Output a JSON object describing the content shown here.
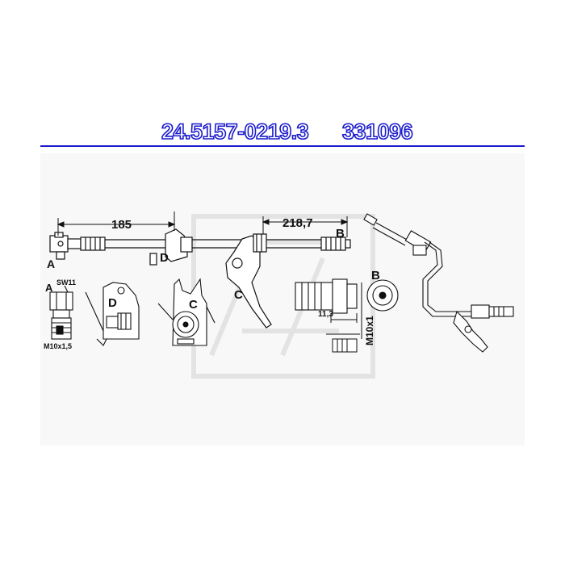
{
  "header": {
    "part_number": "24.5157-0219.3",
    "ref_number": "331096"
  },
  "diagram": {
    "dim_left": "185",
    "dim_right": "218,7",
    "dim_fitting_length": "11,3",
    "thread_b": "M10x1",
    "thread_a": "M10x1,5",
    "wrench_size": "SW11",
    "label_a": "A",
    "label_b": "B",
    "label_c": "C",
    "label_d": "D",
    "colors": {
      "title_outline": "#1a1acc",
      "rule": "#1a1acc",
      "drawing": "#111111"
    }
  }
}
